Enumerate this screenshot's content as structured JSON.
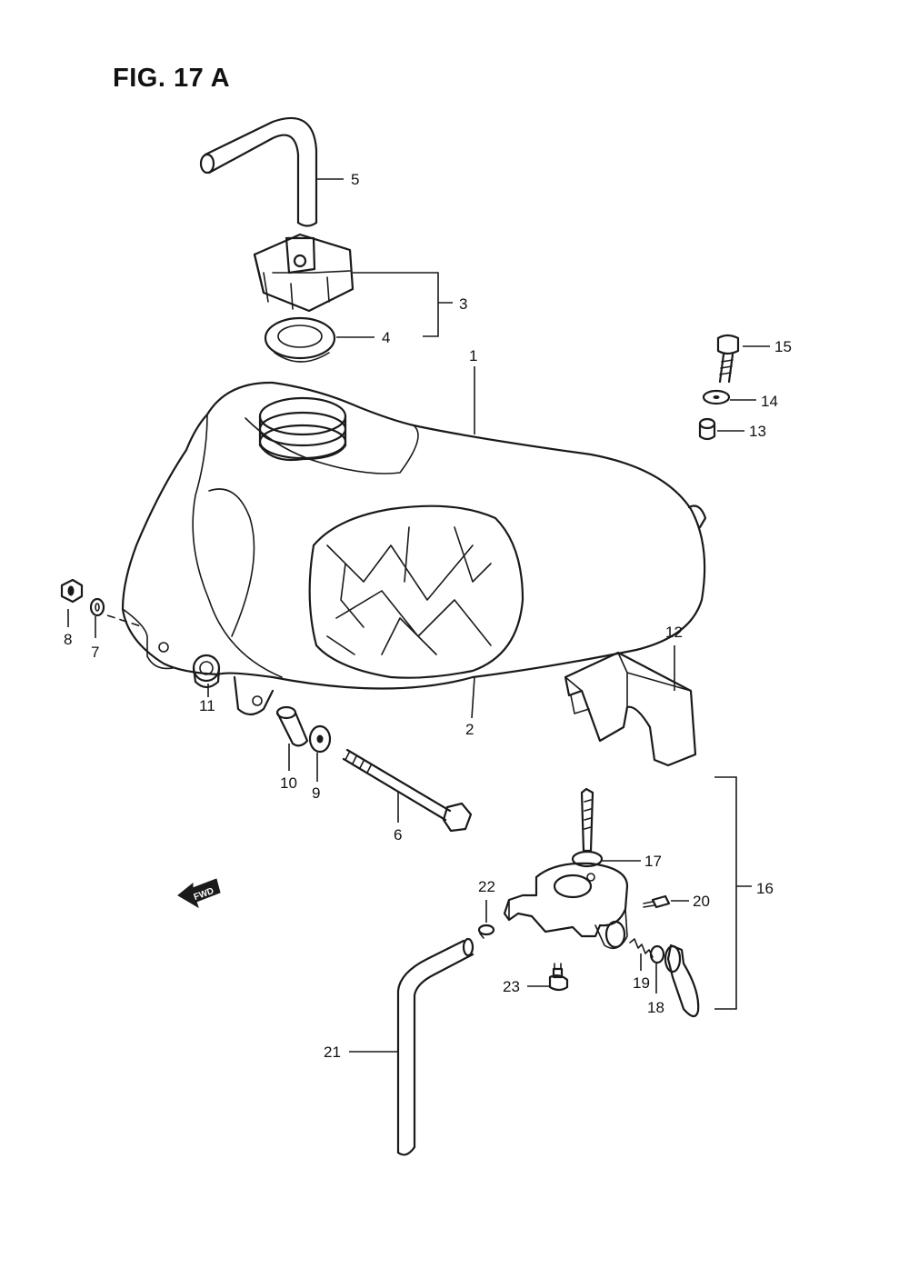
{
  "figure": {
    "title": "FIG. 17 A",
    "fwd_label": "FWD"
  },
  "callouts": [
    "1",
    "2",
    "3",
    "4",
    "5",
    "6",
    "7",
    "8",
    "9",
    "10",
    "11",
    "12",
    "13",
    "14",
    "15",
    "16",
    "17",
    "18",
    "19",
    "20",
    "21",
    "22",
    "23"
  ]
}
